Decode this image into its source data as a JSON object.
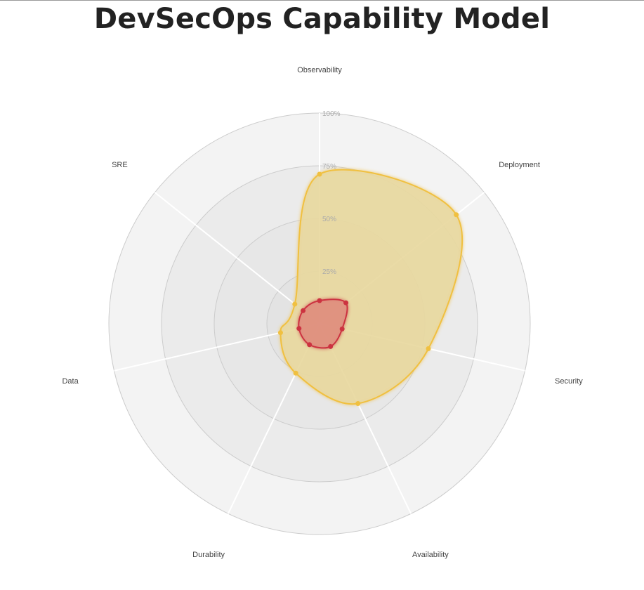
{
  "title": "DevSecOps Capability Model",
  "chart_data": {
    "type": "radar",
    "title": "DevSecOps Capability Model",
    "axes": [
      "Observability",
      "Deployment",
      "Security",
      "Availability",
      "Durability",
      "Data",
      "SRE"
    ],
    "ticks": [
      "25%",
      "50%",
      "75%",
      "100%"
    ],
    "range": [
      0,
      100
    ],
    "grid": true,
    "series": [
      {
        "values": [
          71,
          83,
          53,
          42,
          26,
          19,
          15
        ],
        "color": "#f0c040",
        "fill": "#e8d8a0"
      },
      {
        "values": [
          11,
          16,
          11,
          12,
          11,
          10,
          10
        ],
        "color": "#cc3340",
        "fill": "#e09080"
      }
    ]
  }
}
